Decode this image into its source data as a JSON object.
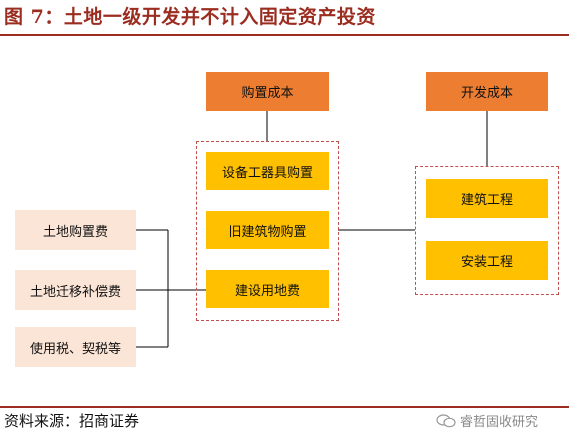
{
  "figure": {
    "title": "图 7：土地一级开发并不计入固定资产投资",
    "source": "资料来源：招商证券",
    "watermark": "睿哲固收研究"
  },
  "diagram": {
    "purchase_cost": {
      "label": "购置成本",
      "items": [
        "设备工器具购置",
        "旧建筑物购置",
        "建设用地费"
      ]
    },
    "development_cost": {
      "label": "开发成本",
      "items": [
        "建筑工程",
        "安装工程"
      ]
    },
    "land_costs": [
      "土地购置费",
      "土地迁移补偿费",
      "使用税、契税等"
    ]
  },
  "colors": {
    "header": "#ed7d31",
    "item": "#ffc000",
    "source_box": "#fbe5d6",
    "accent": "#9b2d20",
    "dashed_border": "#c0504d"
  }
}
